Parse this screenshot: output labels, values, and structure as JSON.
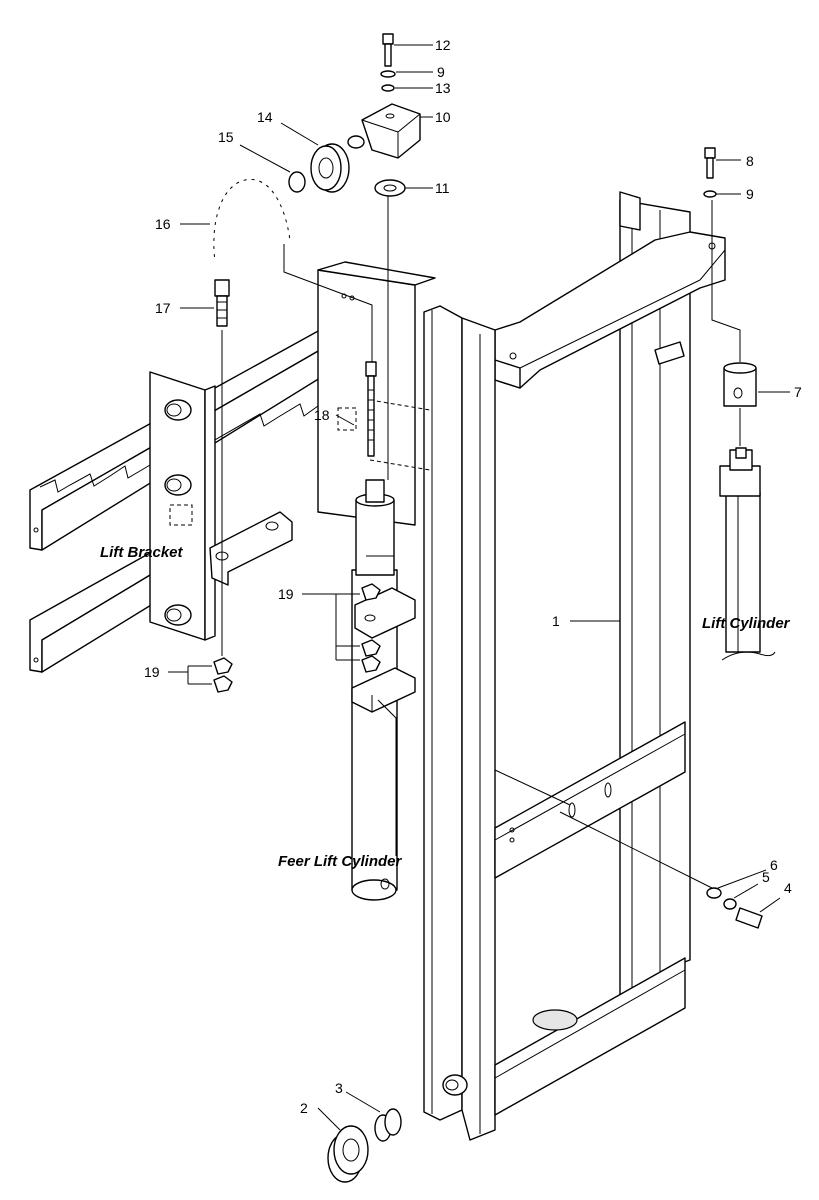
{
  "callouts": {
    "c1": "1",
    "c2": "2",
    "c3": "3",
    "c4": "4",
    "c5": "5",
    "c6": "6",
    "c7": "7",
    "c8": "8",
    "c9a": "9",
    "c9b": "9",
    "c10": "10",
    "c11": "11",
    "c12": "12",
    "c13": "13",
    "c14": "14",
    "c15": "15",
    "c16": "16",
    "c17": "17",
    "c18": "18",
    "c19a": "19",
    "c19b": "19"
  },
  "captions": {
    "lift_bracket": "Lift Bracket",
    "lift_cylinder": "Lift Cylinder",
    "feer_lift_cylinder": "Feer Lift Cylinder"
  }
}
